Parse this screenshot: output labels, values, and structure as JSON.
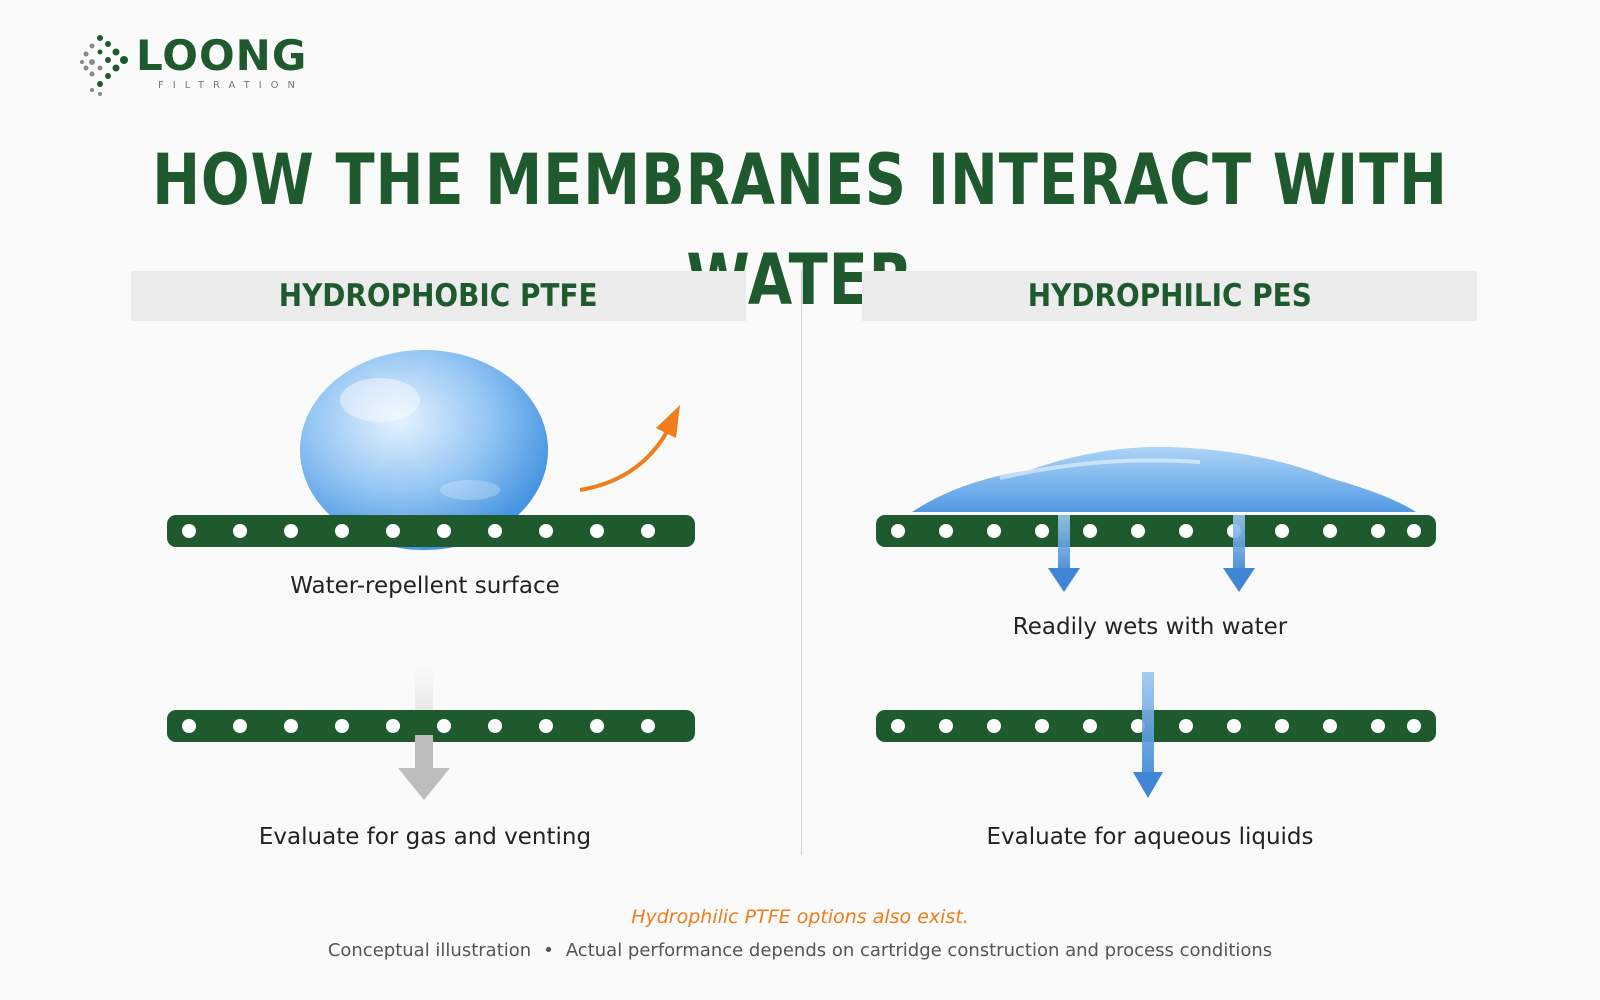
{
  "brand": {
    "name": "LOONG",
    "tagline": "FILTRATION",
    "color": "#1f5a2f"
  },
  "title": "HOW THE MEMBRANES INTERACT WITH WATER",
  "panels": {
    "left": {
      "header": "HYDROPHOBIC PTFE",
      "surface_caption": "Water-repellent surface",
      "use_caption": "Evaluate for gas and venting"
    },
    "right": {
      "header": "HYDROPHILIC PES",
      "surface_caption": "Readily wets with water",
      "use_caption": "Evaluate for aqueous liquids"
    }
  },
  "footnote": "Hydrophilic PTFE options also exist.",
  "disclaimer": {
    "left": "Conceptual illustration",
    "separator": "•",
    "right": "Actual performance depends on cartridge construction and process conditions"
  },
  "colors": {
    "green": "#1f5a2f",
    "orange": "#ef7d1a",
    "water_blue": "#4a8fd8",
    "gray_arrow": "#bdbdbd"
  },
  "icons": [
    "water-droplet-icon",
    "repel-arrow-icon",
    "flow-arrow-icon",
    "membrane-strip-icon",
    "logo-mark-icon"
  ]
}
